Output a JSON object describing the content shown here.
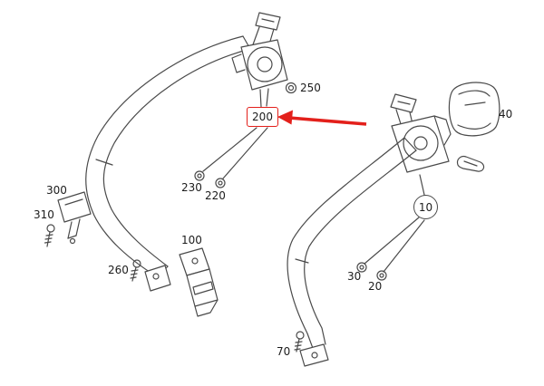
{
  "diagram": {
    "highlight_color": "#e3201b",
    "line_color": "#4a4a4a",
    "callouts": {
      "c10": "10",
      "c20": "20",
      "c30": "30",
      "c40": "40",
      "c70": "70",
      "c100": "100",
      "c200": "200",
      "c220": "220",
      "c230": "230",
      "c250": "250",
      "c260": "260",
      "c300": "300",
      "c310": "310"
    }
  }
}
